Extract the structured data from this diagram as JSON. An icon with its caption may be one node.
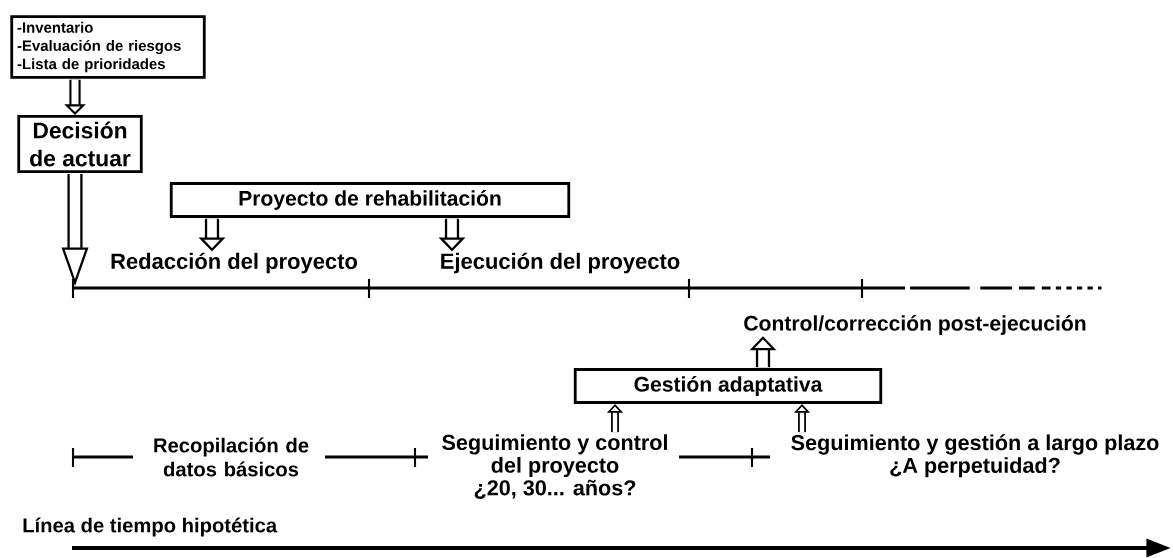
{
  "diagram": {
    "nodes": [
      {
        "text": [
          "-Inventario",
          "-Evaluación de riesgos",
          "-Lista de prioridades"
        ]
      },
      {
        "text": [
          "Decisión de actuar"
        ]
      },
      {
        "text": [
          "Proyecto de rehabilitación"
        ]
      },
      {
        "text": [
          "Redacción del proyecto"
        ]
      },
      {
        "text": [
          "Ejecución del proyecto"
        ]
      },
      {
        "text": [
          "Control/corrección post-ejecución"
        ]
      },
      {
        "text": [
          "Gestión adaptativa"
        ]
      },
      {
        "text": [
          "Seguimiento y control del proyecto",
          "¿20, 30... años?"
        ]
      },
      {
        "text": [
          "Seguimiento y gestión a largo plazo",
          "¿A perpetuidad?"
        ]
      },
      {
        "text": [],
        "shape": "bar"
      }
    ],
    "edges": [
      {
        "from": 0,
        "to": 1,
        "arrow": "to"
      },
      {
        "from": 1,
        "to": 9,
        "arrow": "to"
      },
      {
        "from": 2,
        "to": 3,
        "arrow": "to"
      },
      {
        "from": 2,
        "to": 4,
        "arrow": "to"
      },
      {
        "from": 6,
        "to": 5,
        "arrow": "to"
      },
      {
        "from": 7,
        "to": 6,
        "arrow": "to"
      },
      {
        "from": 8,
        "to": 6,
        "arrow": "to"
      }
    ],
    "labels": [
      "Recopilación de datos básicos",
      "Línea de tiempo hipotética"
    ]
  }
}
